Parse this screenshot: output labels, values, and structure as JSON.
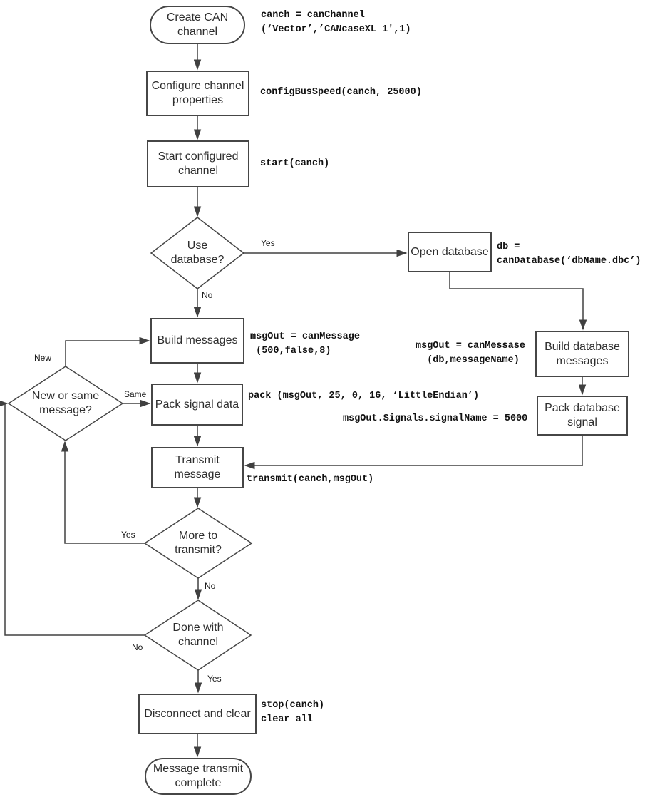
{
  "diagram": {
    "kind": "flowchart",
    "topic": "CAN channel message transmit workflow"
  },
  "colors": {
    "line": "#404040",
    "node_border": "#464646",
    "text": "#2e2e2e",
    "code_text": "#111111",
    "background": "#ffffff"
  },
  "nodes": {
    "create_can_channel": "Create CAN\nchannel",
    "configure_channel": "Configure channel\nproperties",
    "start_channel": "Start configured\nchannel",
    "use_database": "Use\ndatabase?",
    "open_database": "Open database",
    "build_messages": "Build messages",
    "build_database_messages": "Build database\nmessages",
    "new_or_same_message": "New or same\nmessage?",
    "pack_signal_data": "Pack signal data",
    "pack_database_signal": "Pack database\nsignal",
    "transmit_message": "Transmit\nmessage",
    "more_to_transmit": "More to\ntransmit?",
    "done_with_channel": "Done with\nchannel",
    "disconnect_and_clear": "Disconnect and clear",
    "message_transmit_complete": "Message transmit\ncomplete"
  },
  "code_annotations": {
    "create_channel": "canch = canChannel\n(‘Vector’,’CANcaseXL 1',1)",
    "config_bus_speed": "configBusSpeed(canch, 25000)",
    "start": "start(canch)",
    "open_database": "db =\ncanDatabase(‘dbName.dbc’)",
    "build_messages": "msgOut = canMessage\n (500,false,8)",
    "build_database_messages": "msgOut = canMessase\n  (db,messageName)",
    "pack": "pack (msgOut, 25, 0, 16, ‘LittleEndian’)",
    "pack_signal_value": "msgOut.Signals.signalName = 5000",
    "transmit": "transmit(canch,msgOut)",
    "stop_clear": "stop(canch)\nclear all"
  },
  "edge_labels": {
    "use_database_yes": "Yes",
    "use_database_no": "No",
    "new": "New",
    "same": "Same",
    "more_yes": "Yes",
    "more_no": "No",
    "done_no": "No",
    "done_yes": "Yes"
  }
}
